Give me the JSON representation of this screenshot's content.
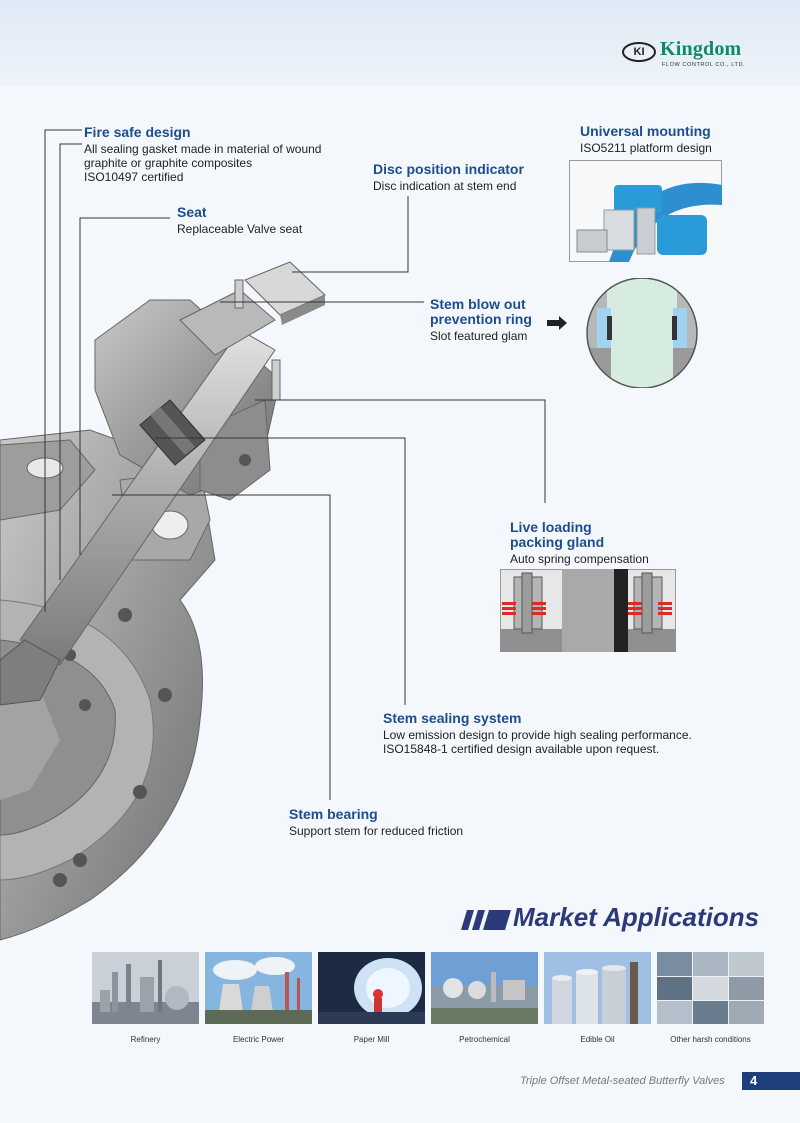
{
  "brand": {
    "mark": "KI",
    "name": "Kingdom",
    "sub": "FLOW CONTROL CO., LTD."
  },
  "features": {
    "fire_safe": {
      "title": "Fire safe design",
      "line1": "All sealing gasket made in material of wound",
      "line2": "graphite or graphite composites",
      "line3": "ISO10497 certified"
    },
    "seat": {
      "title": "Seat",
      "desc": "Replaceable Valve seat"
    },
    "universal": {
      "title": "Universal mounting",
      "desc": "ISO5211 platform design"
    },
    "disc_indicator": {
      "title": "Disc position indicator",
      "desc": "Disc indication at stem end"
    },
    "blowout": {
      "title_line1": "Stem blow out",
      "title_line2": "prevention ring",
      "desc": "Slot featured glam"
    },
    "live_loading": {
      "title_line1": "Live loading",
      "title_line2": "packing gland",
      "desc": "Auto spring compensation"
    },
    "stem_sealing": {
      "title": "Stem sealing system",
      "line1": "Low emission design to provide high sealing performance.",
      "line2": "ISO15848-1 certified design available upon request."
    },
    "stem_bearing": {
      "title": "Stem bearing",
      "desc": "Support stem for reduced friction"
    }
  },
  "market": {
    "title": "Market Applications",
    "apps": [
      {
        "label": "Refinery"
      },
      {
        "label": "Electric Power"
      },
      {
        "label": "Paper Mill"
      },
      {
        "label": "Petrochemical"
      },
      {
        "label": "Edible Oil"
      },
      {
        "label": "Other harsh conditions"
      }
    ]
  },
  "footer": {
    "text": "Triple Offset Metal-seated Butterfly Valves",
    "page": "4"
  },
  "colors": {
    "title_blue": "#1d4d8f",
    "brand_green": "#0f8a68",
    "navy": "#2a3a7a"
  }
}
